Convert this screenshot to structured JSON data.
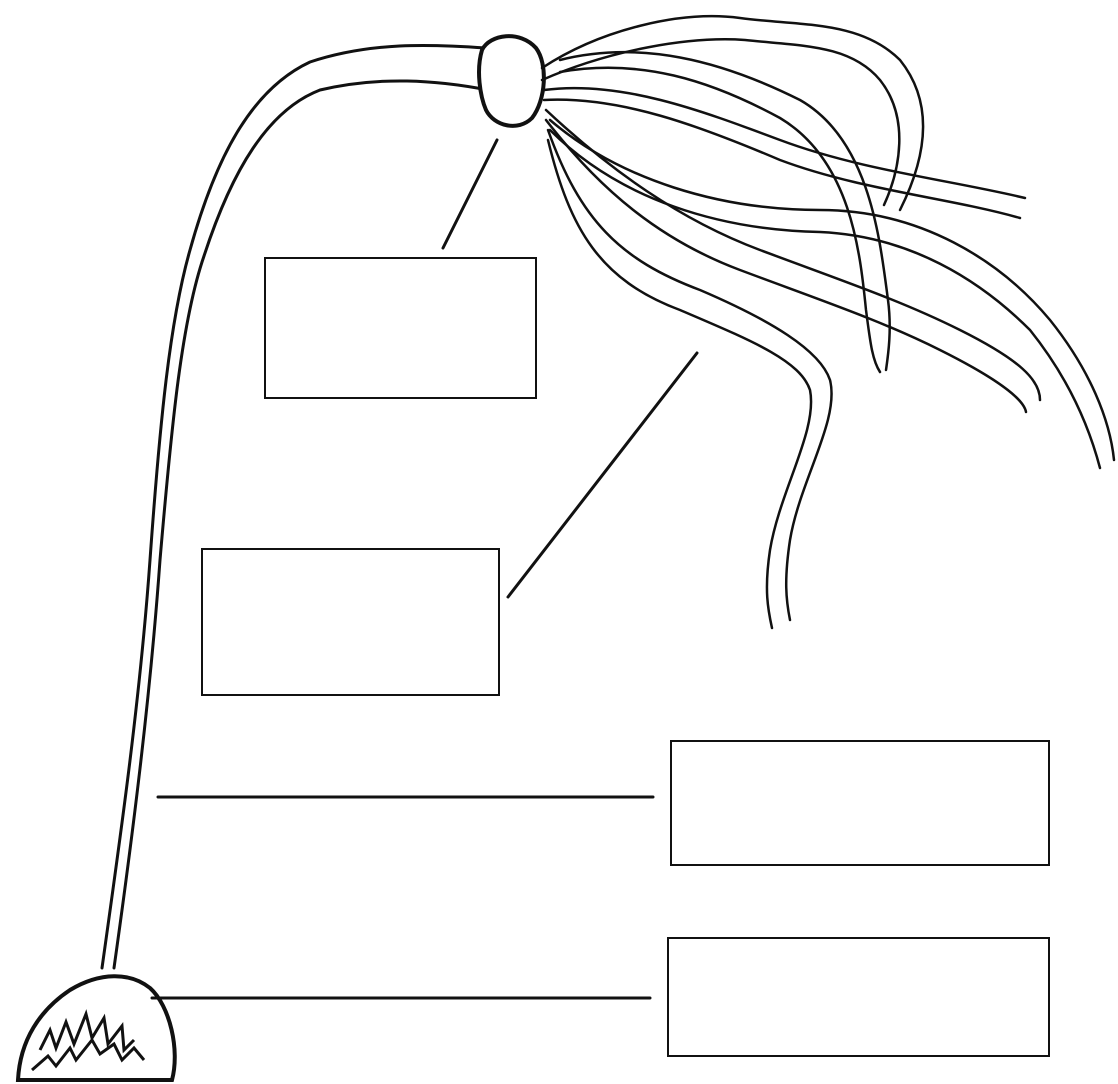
{
  "diagram": {
    "subject": "",
    "colors": {
      "ink": "#111111",
      "background": "#ffffff"
    },
    "label_boxes": [
      {
        "id": "bulb",
        "text": ""
      },
      {
        "id": "blades",
        "text": ""
      },
      {
        "id": "stipe",
        "text": ""
      },
      {
        "id": "holdfast",
        "text": ""
      }
    ]
  }
}
